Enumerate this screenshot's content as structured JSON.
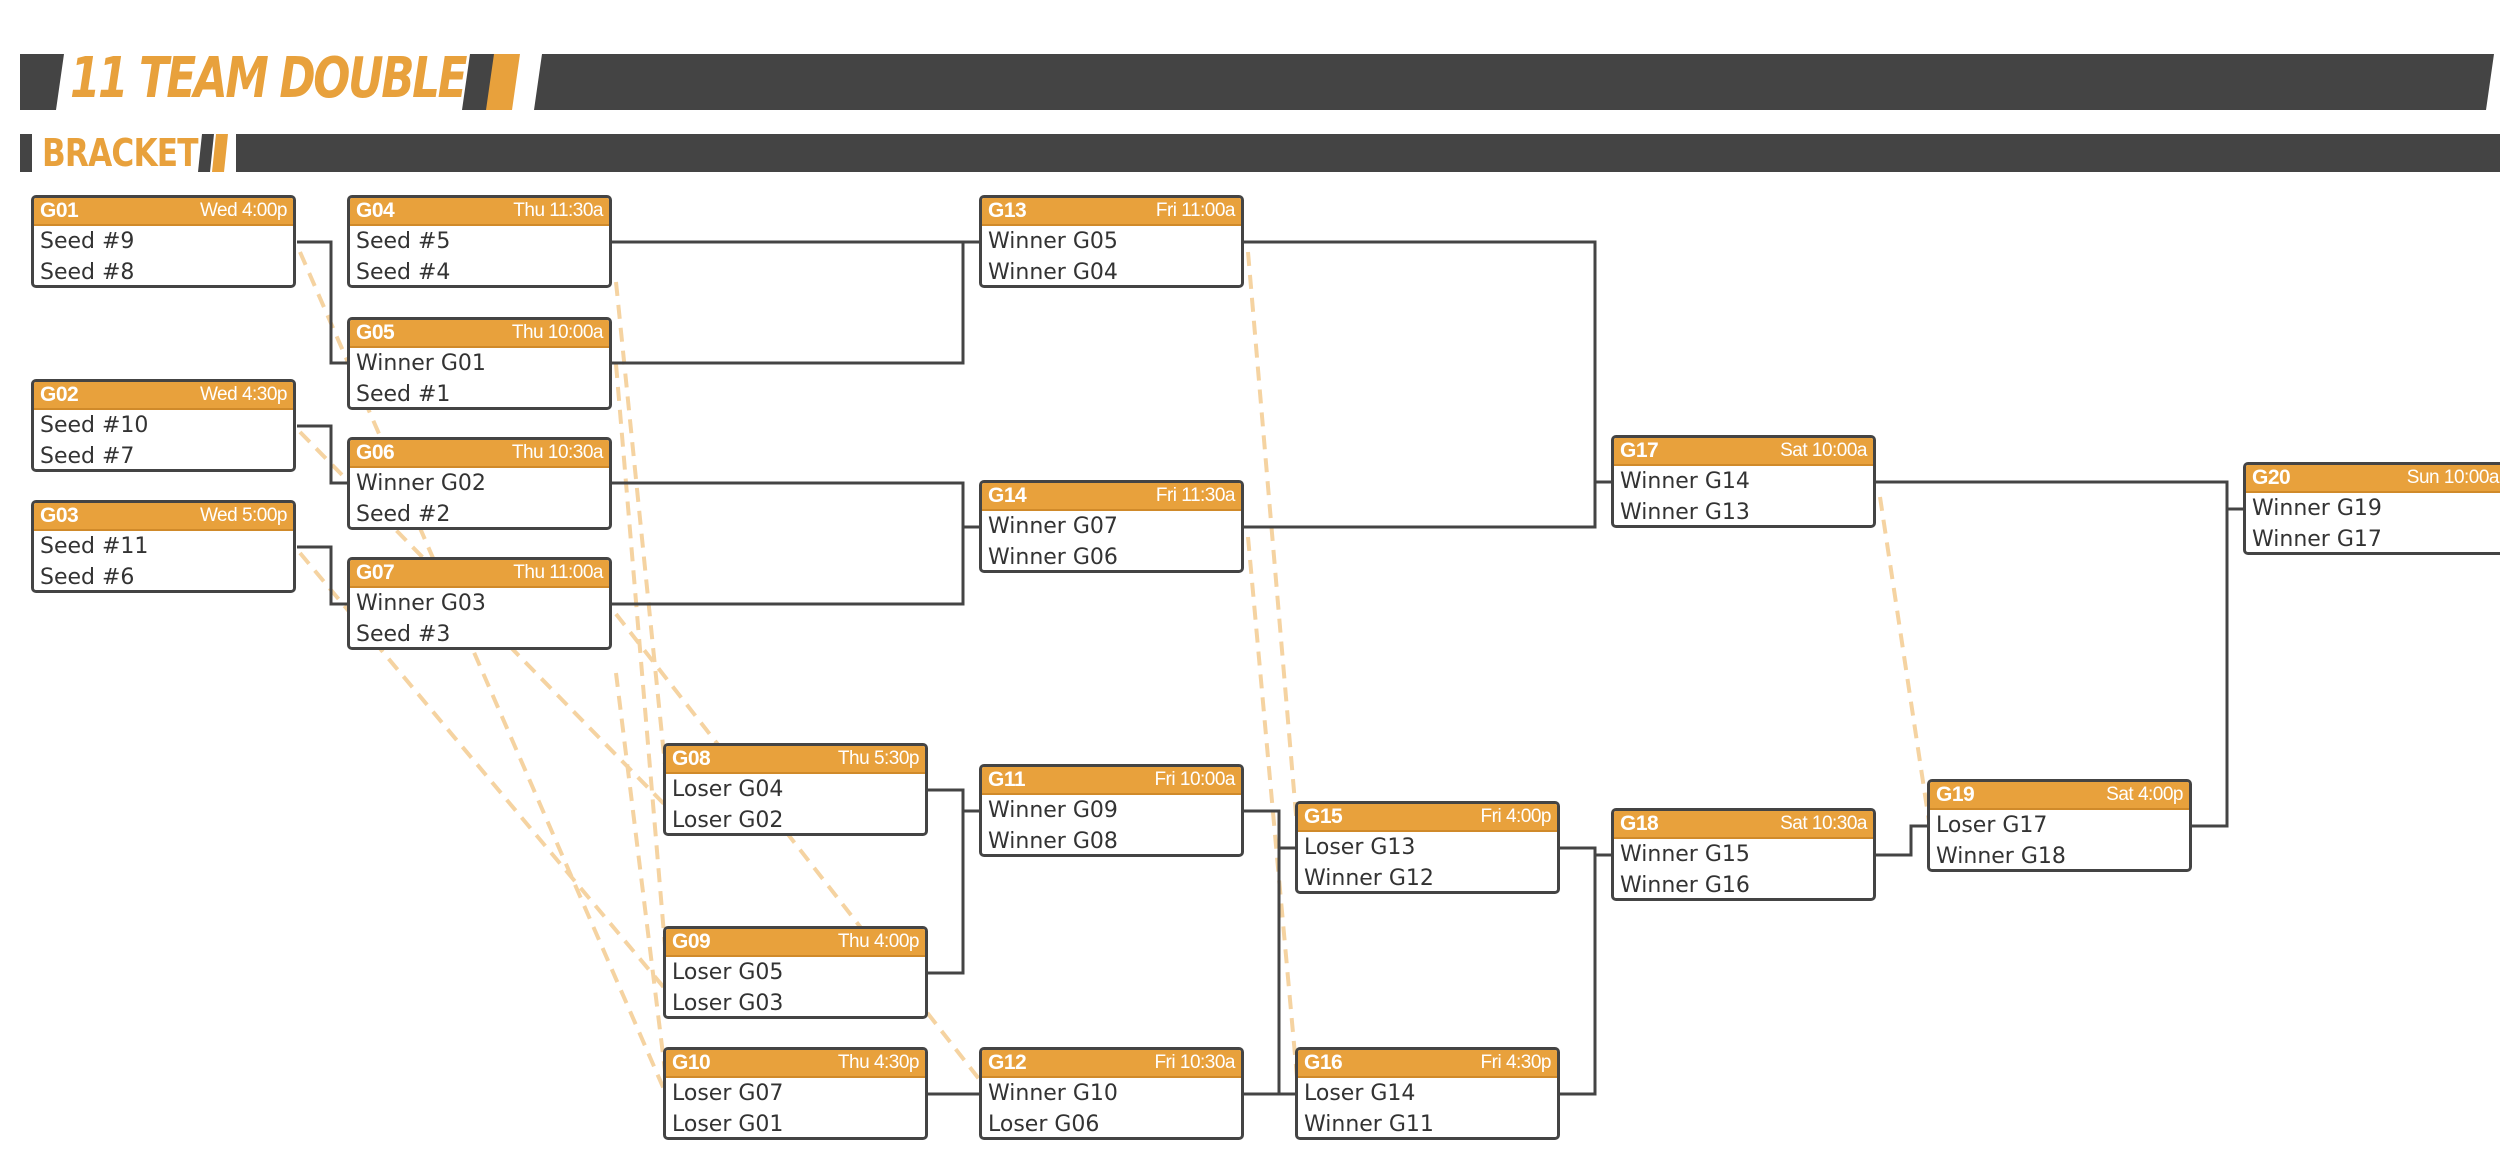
{
  "title": {
    "line1": "11 TEAM DOUBLE",
    "line2": "BRACKET"
  },
  "colors": {
    "accent": "#e8a13c",
    "dark": "#444444",
    "dashed": "#f5d3a1"
  },
  "games": [
    {
      "id": "G01",
      "time": "Wed 4:00p",
      "teams": [
        "Seed #9",
        "Seed #8"
      ]
    },
    {
      "id": "G02",
      "time": "Wed 4:30p",
      "teams": [
        "Seed #10",
        "Seed #7"
      ]
    },
    {
      "id": "G03",
      "time": "Wed 5:00p",
      "teams": [
        "Seed #11",
        "Seed #6"
      ]
    },
    {
      "id": "G04",
      "time": "Thu 11:30a",
      "teams": [
        "Seed #5",
        "Seed #4"
      ]
    },
    {
      "id": "G05",
      "time": "Thu 10:00a",
      "teams": [
        "Winner G01",
        "Seed #1"
      ]
    },
    {
      "id": "G06",
      "time": "Thu 10:30a",
      "teams": [
        "Winner G02",
        "Seed #2"
      ]
    },
    {
      "id": "G07",
      "time": "Thu 11:00a",
      "teams": [
        "Winner G03",
        "Seed #3"
      ]
    },
    {
      "id": "G08",
      "time": "Thu 5:30p",
      "teams": [
        "Loser G04",
        "Loser G02"
      ]
    },
    {
      "id": "G09",
      "time": "Thu 4:00p",
      "teams": [
        "Loser G05",
        "Loser G03"
      ]
    },
    {
      "id": "G10",
      "time": "Thu 4:30p",
      "teams": [
        "Loser G07",
        "Loser G01"
      ]
    },
    {
      "id": "G11",
      "time": "Fri 10:00a",
      "teams": [
        "Winner G09",
        "Winner G08"
      ]
    },
    {
      "id": "G12",
      "time": "Fri 10:30a",
      "teams": [
        "Winner G10",
        "Loser G06"
      ]
    },
    {
      "id": "G13",
      "time": "Fri 11:00a",
      "teams": [
        "Winner G05",
        "Winner G04"
      ]
    },
    {
      "id": "G14",
      "time": "Fri 11:30a",
      "teams": [
        "Winner G07",
        "Winner G06"
      ]
    },
    {
      "id": "G15",
      "time": "Fri 4:00p",
      "teams": [
        "Loser G13",
        "Winner G12"
      ]
    },
    {
      "id": "G16",
      "time": "Fri 4:30p",
      "teams": [
        "Loser G14",
        "Winner G11"
      ]
    },
    {
      "id": "G17",
      "time": "Sat 10:00a",
      "teams": [
        "Winner G14",
        "Winner G13"
      ]
    },
    {
      "id": "G18",
      "time": "Sat 10:30a",
      "teams": [
        "Winner G15",
        "Winner G16"
      ]
    },
    {
      "id": "G19",
      "time": "Sat 4:00p",
      "teams": [
        "Loser G17",
        "Winner G18"
      ]
    },
    {
      "id": "G20",
      "time": "Sun 10:00a",
      "teams": [
        "Winner G19",
        "Winner G17"
      ]
    }
  ]
}
